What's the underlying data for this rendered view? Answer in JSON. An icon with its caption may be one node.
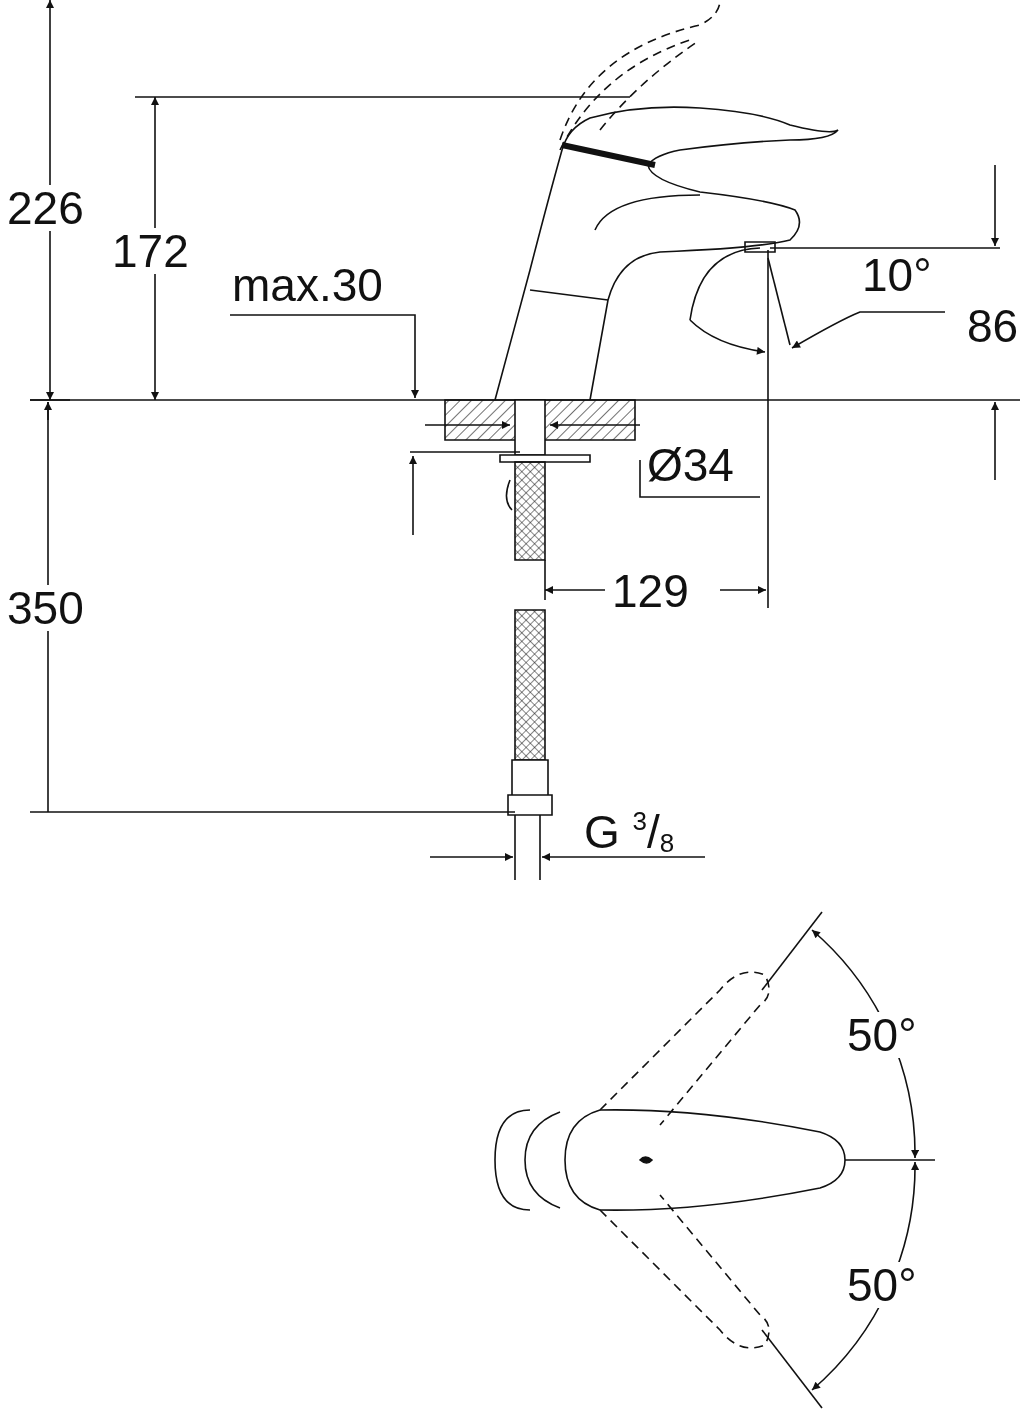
{
  "diagram": {
    "labels": [
      "226",
      "172",
      "max.30",
      "10°",
      "86",
      "Ø34",
      "350",
      "129",
      "G $^{3}$/$_{8}$",
      "50°",
      "50°"
    ]
  }
}
